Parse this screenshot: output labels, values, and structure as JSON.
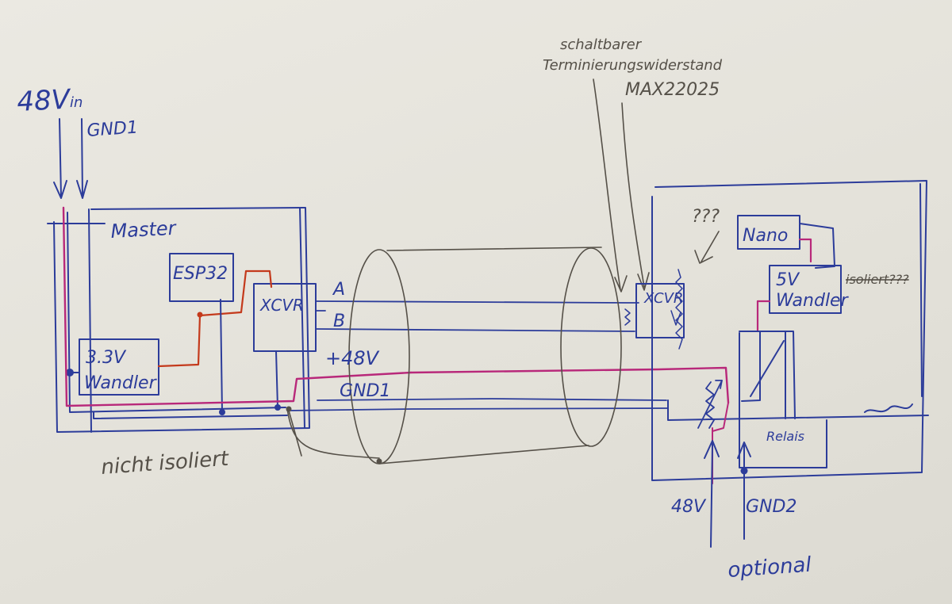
{
  "labels": {
    "in_48v": "48V",
    "in_48v_suffix": "in",
    "gnd1_top": "GND1",
    "master": "Master",
    "esp32": "ESP32",
    "xcvr_master": "XCVR",
    "wandler_33_line1": "3.3V",
    "wandler_33_line2": "Wandler",
    "line_a": "A",
    "line_b": "B",
    "line_48v": "+48V",
    "line_gnd1": "GND1",
    "nicht_isoliert": "nicht isoliert",
    "schaltbarer_line1": "schaltbarer",
    "schaltbarer_line2": "Terminierungswiderstand",
    "max22025": "MAX22025",
    "qqq": "???",
    "nano": "Nano",
    "wandler_5_line1": "5V",
    "wandler_5_line2": "Wandler",
    "isoliert": "isoliert???",
    "xcvr_slave": "XCVR",
    "relais": "Relais",
    "bottom_48v": "48V",
    "gnd2": "GND2",
    "optional": "optional"
  },
  "colors": {
    "ink_blue": "#2c3c9a",
    "ink_red": "#c43a1c",
    "ink_magenta": "#b8287a",
    "pencil": "#555048",
    "paper": "#e6e4dc"
  }
}
